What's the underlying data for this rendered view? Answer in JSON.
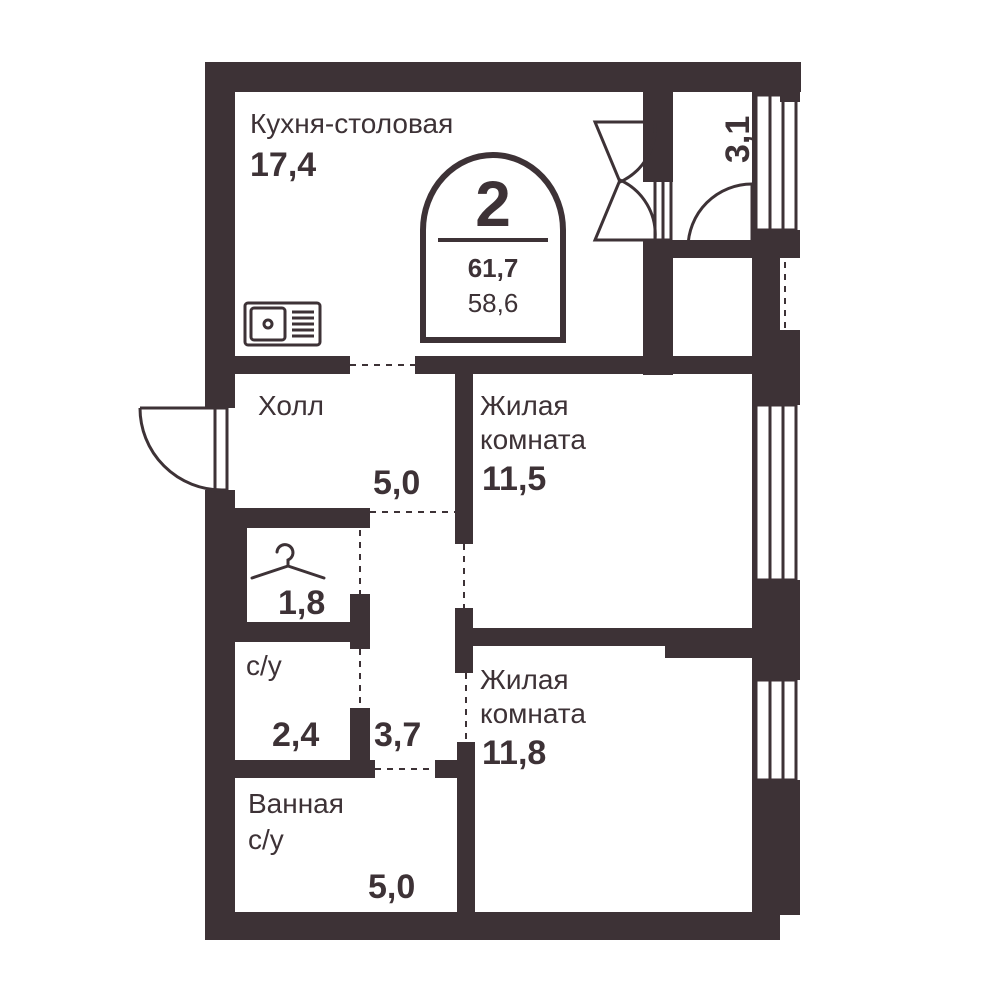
{
  "apartment": {
    "rooms": "2",
    "total_area": "61,7",
    "living_area": "58,6"
  },
  "rooms": {
    "kitchen": {
      "name": "Кухня-столовая",
      "area": "17,4"
    },
    "balcony": {
      "area": "3,1"
    },
    "hall": {
      "name": "Холл",
      "area": "5,0"
    },
    "living1": {
      "name_line1": "Жилая",
      "name_line2": "комната",
      "area": "11,5"
    },
    "wardrobe": {
      "area": "1,8"
    },
    "wc": {
      "name": "с/у",
      "area": "2,4"
    },
    "corridor": {
      "area": "3,7"
    },
    "living2": {
      "name_line1": "Жилая",
      "name_line2": "комната",
      "area": "11,8"
    },
    "bathroom": {
      "name_line1": "Ванная",
      "name_line2": "с/у",
      "area": "5,0"
    }
  },
  "colors": {
    "wall": "#3d3236",
    "background": "#ffffff"
  }
}
